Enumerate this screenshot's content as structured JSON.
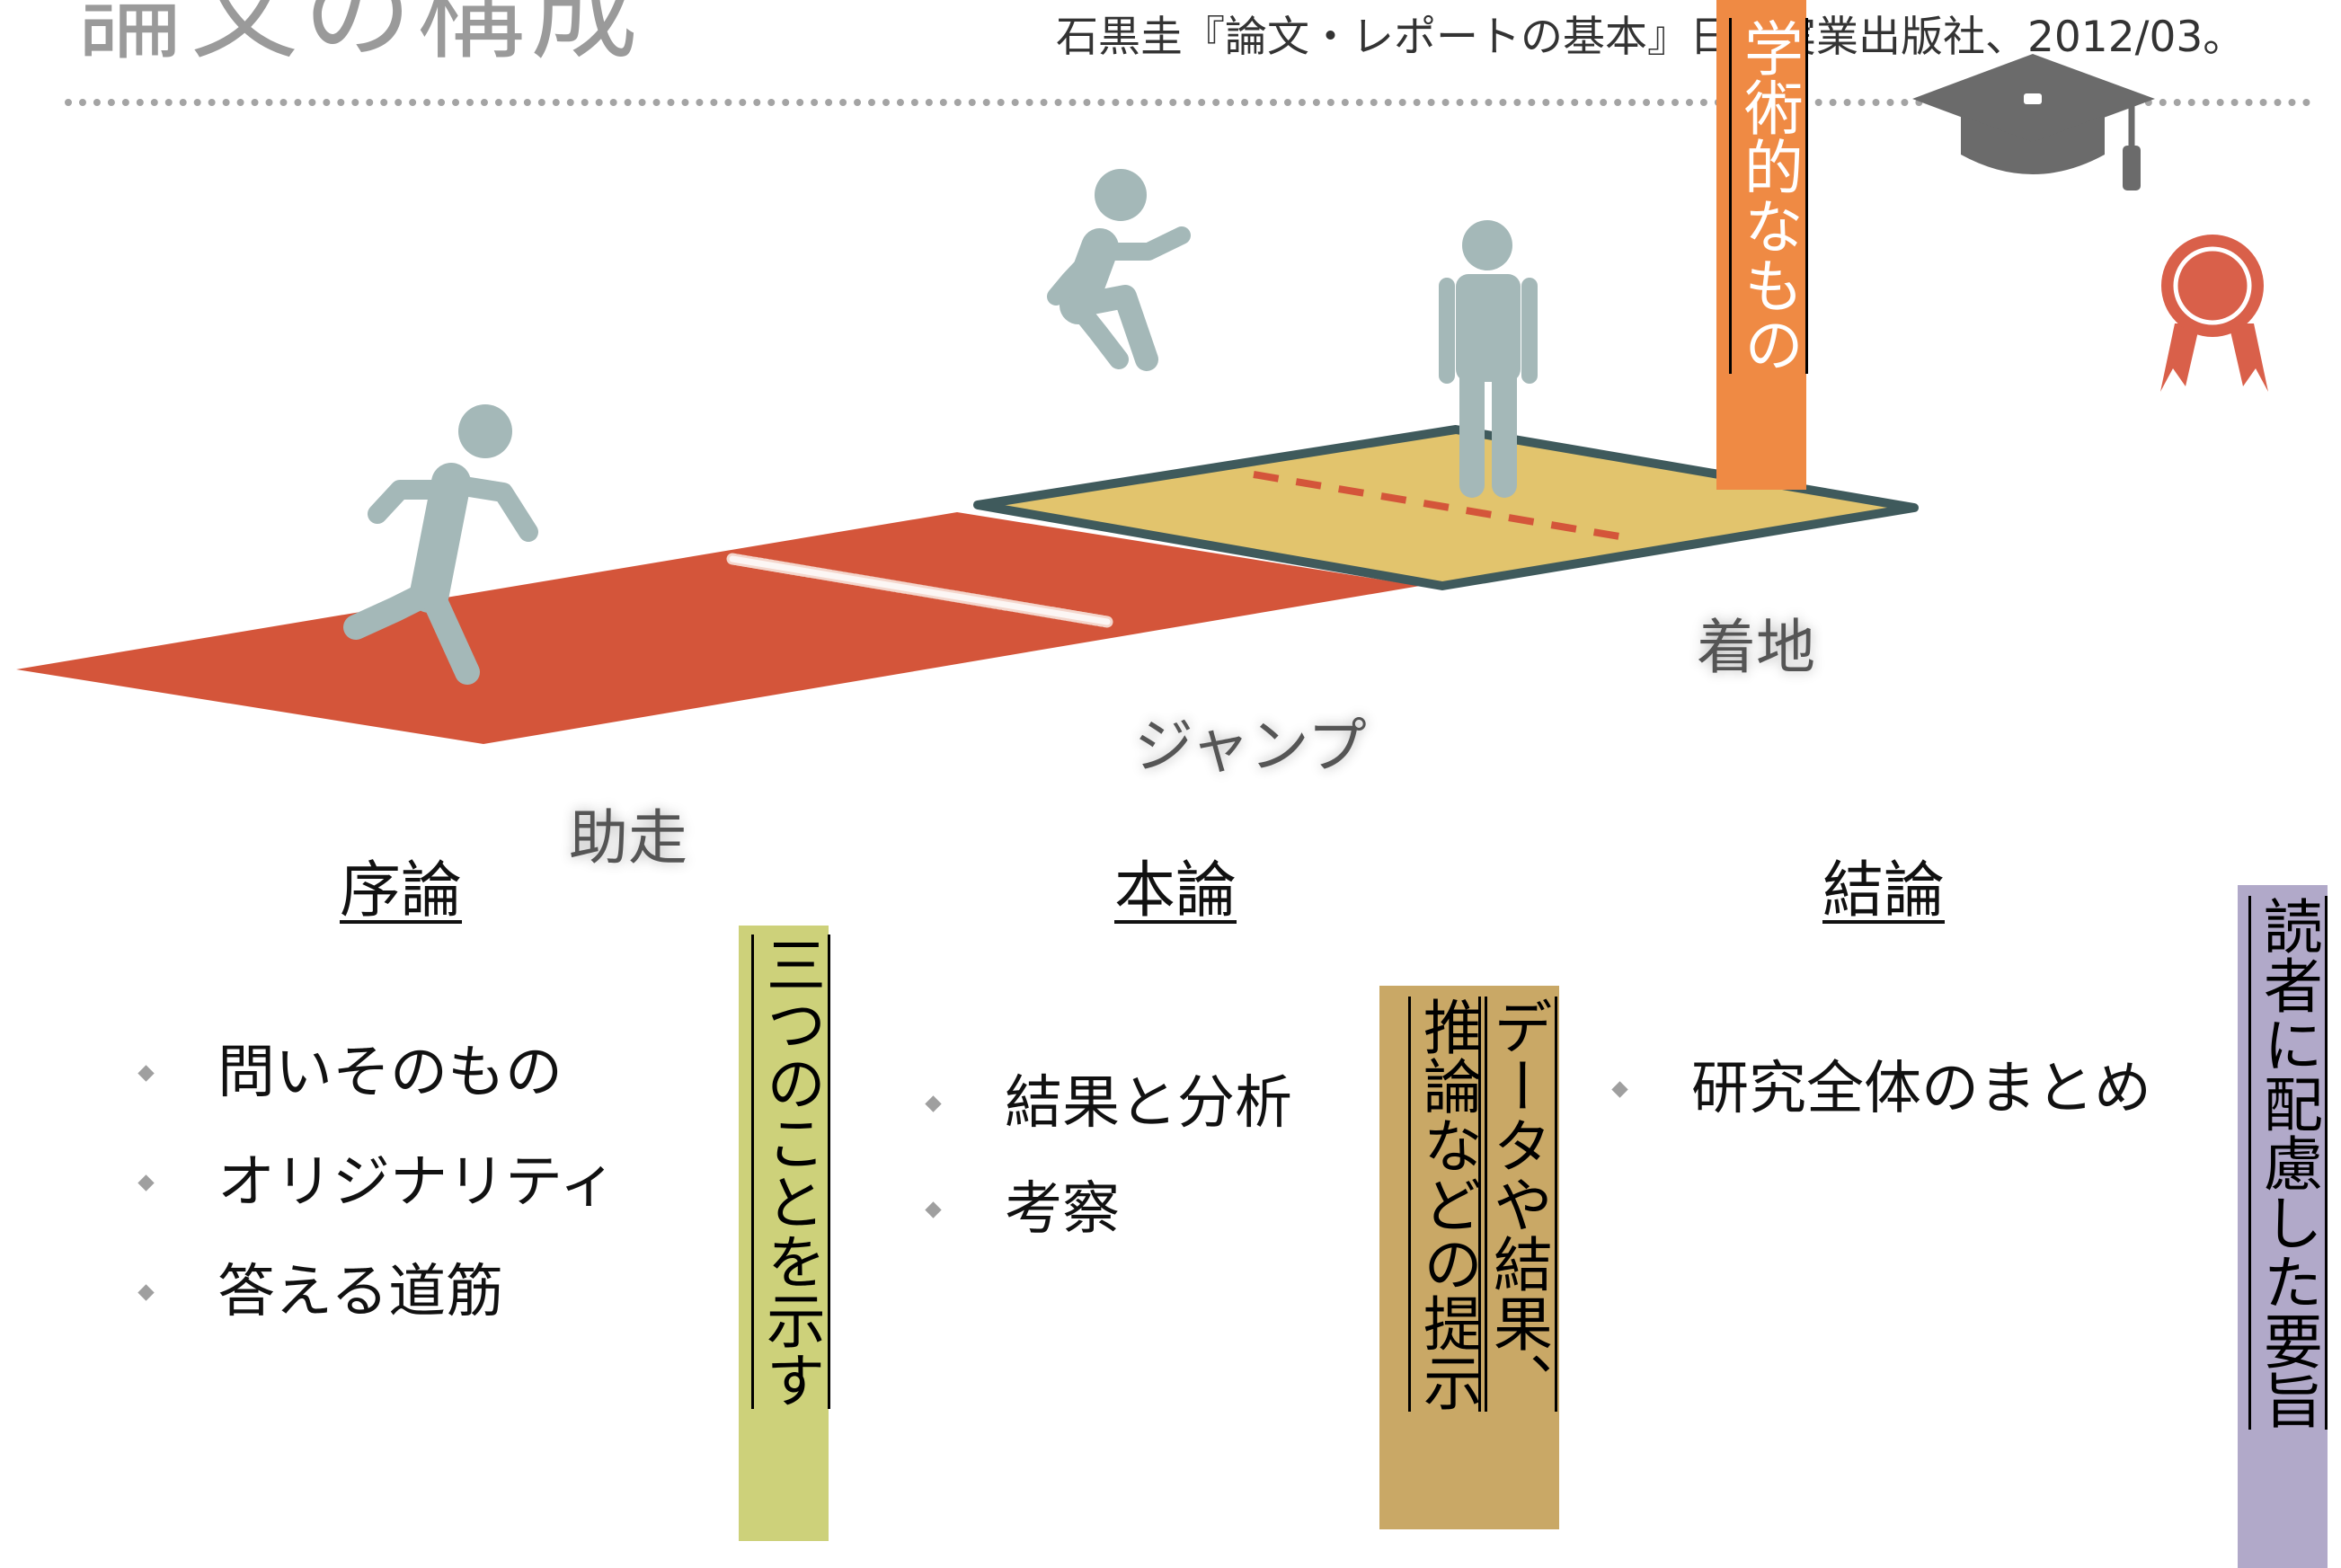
{
  "header": {
    "title": "論文の構成",
    "citation": "石黒圭『論文・レポートの基本』日本実業出版社、2012/03。"
  },
  "stages": {
    "run_up": "助走",
    "jump": "ジャンプ",
    "landing": "着地"
  },
  "sections": [
    {
      "heading": "序論",
      "items": [
        "問いそのもの",
        "オリジナリティ",
        "答える道筋"
      ]
    },
    {
      "heading": "本論",
      "items": [
        "結果と分析",
        "考察"
      ]
    },
    {
      "heading": "結論",
      "items": [
        "研究全体のまとめ"
      ]
    }
  ],
  "notes": {
    "academic": "学術的なもの",
    "intro": "三つのことを示す",
    "body_line1": "データや結果、",
    "body_line2": "推論などの提示",
    "conclusion": "読者に配慮した要旨"
  },
  "colors": {
    "runway": "#d4553a",
    "pit": "#e2c46d",
    "pit_border": "#3f5a5c",
    "figure": "#a4b8b8",
    "academic_box": "#ef8a44",
    "intro_box": "#cdd17a",
    "body_box": "#c9a866",
    "conclusion_box": "#b1a9c9",
    "badge": "#d9604a",
    "cap": "#6b6b6b"
  },
  "icons": [
    "runner-icon",
    "jumper-icon",
    "standing-person-icon",
    "graduation-cap-icon",
    "award-ribbon-icon"
  ]
}
